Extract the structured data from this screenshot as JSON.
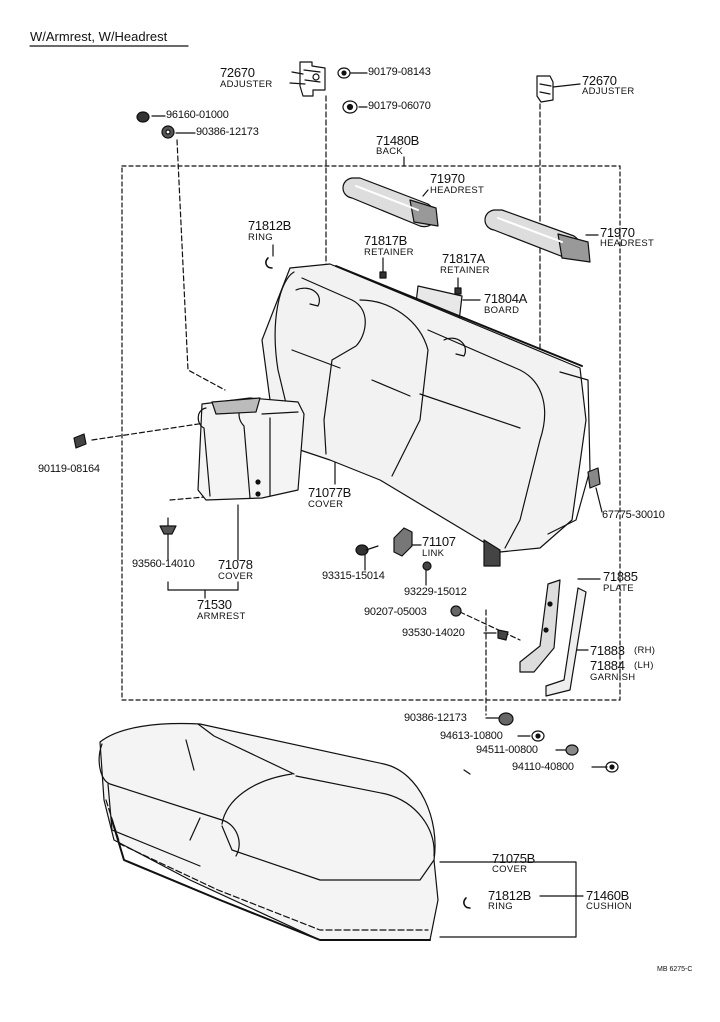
{
  "title": "W/Armrest, W/Headrest",
  "footer_code": "MB 6275-C",
  "parts": {
    "adj_l_num": "72670",
    "adj_l_word": "ADJUSTER",
    "adj_r_num": "72670",
    "adj_r_word": "ADJUSTER",
    "p90179a": "90179-08143",
    "p90179b": "90179-06070",
    "p96160": "96160-01000",
    "p90386a": "90386-12173",
    "back_num": "71480B",
    "back_word": "BACK",
    "hr1_num": "71970",
    "hr1_word": "HEADREST",
    "hr2_num": "71970",
    "hr2_word": "HEADREST",
    "ring1_num": "71812B",
    "ring1_word": "RING",
    "ret_b_num": "71817B",
    "ret_b_word": "RETAINER",
    "ret_a_num": "71817A",
    "ret_a_word": "RETAINER",
    "board_num": "71804A",
    "board_word": "BOARD",
    "p90119": "90119-08164",
    "cov_b_num": "71077B",
    "cov_b_word": "COVER",
    "p67775": "67775-30010",
    "link_num": "71107",
    "link_word": "LINK",
    "p93560": "93560-14010",
    "cov_a_num": "71078",
    "cov_a_word": "COVER",
    "p93315": "93315-15014",
    "p93229": "93229-15012",
    "plate_num": "71885",
    "plate_word": "PLATE",
    "arm_num": "71530",
    "arm_word": "ARMREST",
    "p90207": "90207-05003",
    "p93530": "93530-14020",
    "garn_rh_num": "71883",
    "garn_rh_tag": "(RH)",
    "garn_lh_num": "71884",
    "garn_lh_tag": "(LH)",
    "garn_word": "GARNISH",
    "p90386b": "90386-12173",
    "p94613": "94613-10800",
    "p94511": "94511-00800",
    "p94110": "94110-40800",
    "cov_c_num": "71075B",
    "cov_c_word": "COVER",
    "ring2_num": "71812B",
    "ring2_word": "RING",
    "cush_num": "71460B",
    "cush_word": "CUSHION"
  }
}
